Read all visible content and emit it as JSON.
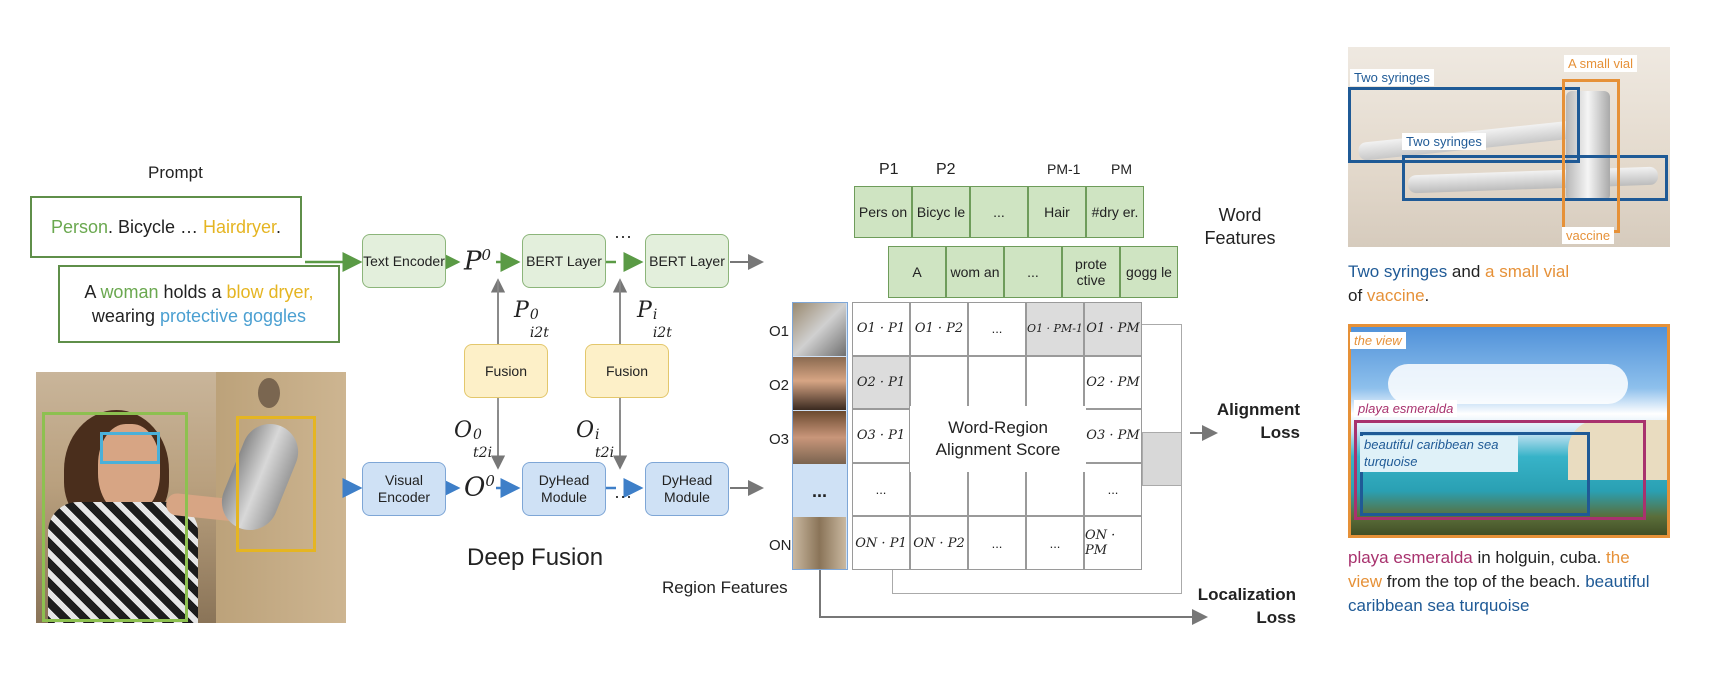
{
  "prompt": {
    "title": "Prompt",
    "line1": {
      "a": "Person",
      "b": ". Bicycle … ",
      "c": "Hairdryer",
      "d": "."
    },
    "line2": {
      "a": "A ",
      "b": "woman",
      "c": " holds a ",
      "d": "blow dryer,",
      "e": "wearing ",
      "f": "protective goggles"
    }
  },
  "modules": {
    "text_encoder": "Text Encoder",
    "visual_encoder": "Visual Encoder",
    "bert1": "BERT Layer",
    "bert2": "BERT Layer",
    "dyhead1": "DyHead Module",
    "dyhead2": "DyHead Module",
    "fusion1": "Fusion",
    "fusion2": "Fusion",
    "dots_top": "···",
    "dots_bottom": "···",
    "deep_fusion": "Deep Fusion"
  },
  "math": {
    "p0": "P",
    "p0_sup": "0",
    "o0": "O",
    "o0_sup": "0",
    "pi2t0": "P",
    "pi2t0_sup": "0",
    "pi2t0_sub": "i2t",
    "pi2ti": "P",
    "pi2ti_sup": "i",
    "pi2ti_sub": "i2t",
    "ot2i0": "O",
    "ot2i0_sup": "0",
    "ot2i0_sub": "t2i",
    "ot2ii": "O",
    "ot2ii_sup": "i",
    "ot2ii_sub": "t2i"
  },
  "word_features": {
    "label": "Word Features",
    "heads": [
      "P1",
      "P2",
      "",
      "PM-1",
      "PM"
    ],
    "row1": [
      "Pers on",
      "Bicyc le",
      "...",
      "Hair",
      "#dry er."
    ],
    "row2": [
      "A",
      "wom an",
      "...",
      "prote ctive",
      "gogg le"
    ]
  },
  "region": {
    "label": "Region Features",
    "rows": [
      "O1",
      "O2",
      "O3",
      "",
      "ON"
    ],
    "dots": "..."
  },
  "matrix": {
    "center_label": "Word-Region Alignment Score",
    "cells": [
      [
        "O1 · P1",
        "O1 · P2",
        "...",
        "O1 · PM-1",
        "O1 · PM"
      ],
      [
        "O2 · P1",
        "",
        "",
        "",
        "O2 · PM"
      ],
      [
        "O3 · P1",
        "",
        "",
        "",
        "O3 · PM"
      ],
      [
        "...",
        "",
        "",
        "",
        "..."
      ],
      [
        "ON · P1",
        "ON · P2",
        "...",
        "...",
        "ON · PM"
      ]
    ]
  },
  "losses": {
    "alignment": "Alignment Loss",
    "localization": "Localization Loss"
  },
  "example1": {
    "tags": [
      "Two syringes",
      "Two syringes",
      "A small vial",
      "vaccine"
    ],
    "caption": {
      "a": "Two syringes",
      "b": " and ",
      "c": "a small vial",
      "d": "of ",
      "e": "vaccine",
      "f": "."
    }
  },
  "example2": {
    "tags": [
      "the view",
      "playa esmeralda",
      "beautiful caribbean sea turquoise"
    ],
    "caption": {
      "a": "playa esmeralda",
      "b": " in holguin, cuba. ",
      "c": "the view",
      "d": " from the top of the beach. ",
      "e": "beautiful caribbean sea turquoise"
    }
  },
  "colors": {
    "green": "#6aa84f",
    "orange": "#e69138",
    "blue": "#4a9fd1",
    "navy": "#1f5a96",
    "magenta": "#a8326e",
    "yellow": "#e5b522"
  }
}
